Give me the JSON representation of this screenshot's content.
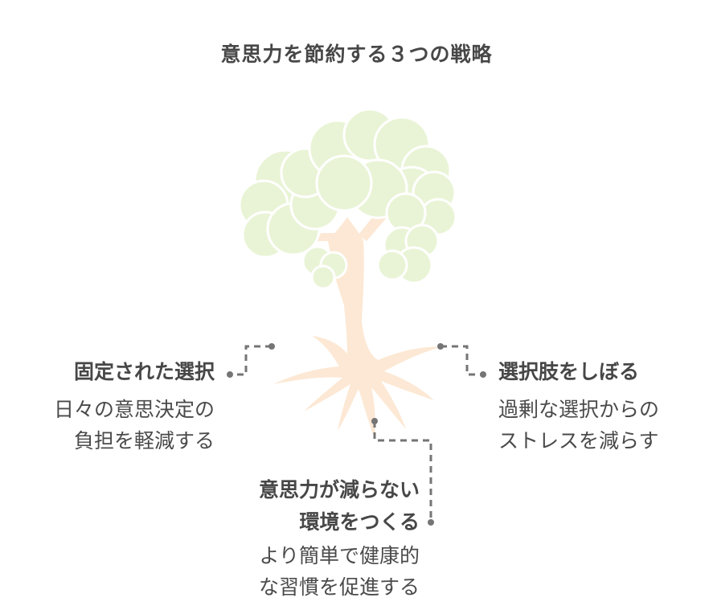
{
  "title": "意思力を節約する３つの戦略",
  "strategies": [
    {
      "heading": [
        "固定された選択"
      ],
      "description": [
        "日々の意思決定の",
        "負担を軽減する"
      ]
    },
    {
      "heading": [
        "選択肢をしぼる"
      ],
      "description": [
        "過剰な選択からの",
        "ストレスを減らす"
      ]
    },
    {
      "heading": [
        "意思力が減らない",
        "環境をつくる"
      ],
      "description": [
        "より簡単で健康的",
        "な習慣を促進する"
      ]
    }
  ],
  "colors": {
    "foliage": "#e9f4d6",
    "foliage_outline": "#ffffff",
    "trunk": "#fce8d4",
    "connector": "#757575",
    "heading_text": "#474747",
    "body_text": "#4a4a4a"
  }
}
